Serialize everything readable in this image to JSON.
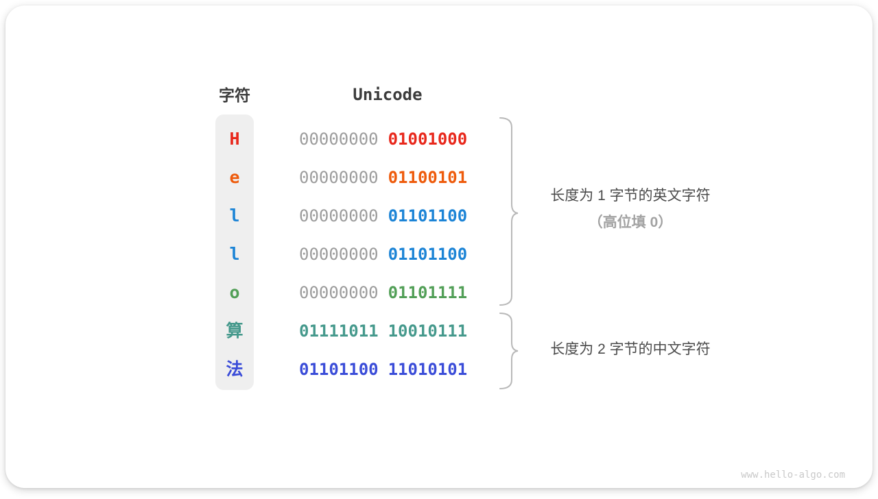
{
  "header": {
    "char_col": "字符",
    "unicode_col": "Unicode"
  },
  "rows": [
    {
      "char": "H",
      "char_color": "#e8271b",
      "byte1": "00000000",
      "byte1_color": "#9c9c9c",
      "byte2": "01001000",
      "byte2_color": "#e8271b"
    },
    {
      "char": "e",
      "char_color": "#ee5b0c",
      "byte1": "00000000",
      "byte1_color": "#9c9c9c",
      "byte2": "01100101",
      "byte2_color": "#ee5b0c"
    },
    {
      "char": "l",
      "char_color": "#1c84d6",
      "byte1": "00000000",
      "byte1_color": "#9c9c9c",
      "byte2": "01101100",
      "byte2_color": "#1c84d6"
    },
    {
      "char": "l",
      "char_color": "#1c84d6",
      "byte1": "00000000",
      "byte1_color": "#9c9c9c",
      "byte2": "01101100",
      "byte2_color": "#1c84d6"
    },
    {
      "char": "o",
      "char_color": "#529f57",
      "byte1": "00000000",
      "byte1_color": "#9c9c9c",
      "byte2": "01101111",
      "byte2_color": "#529f57"
    },
    {
      "char": "算",
      "char_color": "#45998c",
      "byte1": "01111011",
      "byte1_color": "#45998c",
      "byte2": "10010111",
      "byte2_color": "#45998c"
    },
    {
      "char": "法",
      "char_color": "#3a4cd8",
      "byte1": "01101100",
      "byte1_color": "#3a4cd8",
      "byte2": "11010101",
      "byte2_color": "#3a4cd8"
    }
  ],
  "annotations": {
    "group1_line1": "长度为 1 字节的英文字符",
    "group1_line2": "（高位填 0）",
    "group2_line1": "长度为 2 字节的中文字符"
  },
  "watermark": "www.hello-algo.com",
  "colors": {
    "column_bg": "#efefef",
    "header_text": "#3c3c3c",
    "zeros_gray": "#9c9c9c",
    "annotation_text": "#4a4a4a",
    "annotation_muted": "#a2a2a2",
    "brace_stroke": "#b8b8b8",
    "watermark_text": "#c9c9c9"
  }
}
